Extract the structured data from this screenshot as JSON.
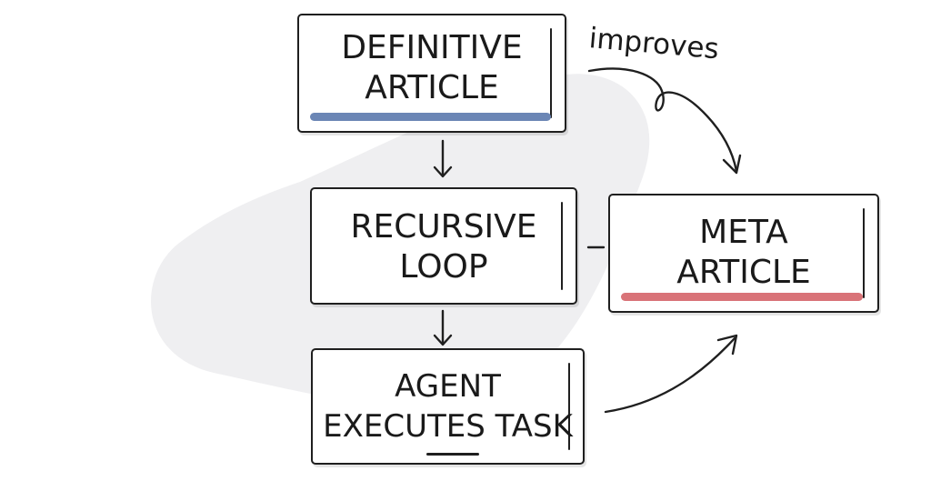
{
  "diagram": {
    "nodes": {
      "definitive_article": {
        "line1": "DEFINITIVE",
        "line2": "ARTICLE",
        "underline_color": "#6b86b5"
      },
      "recursive_loop": {
        "line1": "RECURSIVE",
        "line2": "LOOP"
      },
      "agent_executes_task": {
        "line1": "AGENT",
        "line2": "EXECUTES TASK",
        "underline_color": "#1f1f1f"
      },
      "meta_article": {
        "line1": "META",
        "line2": "ARTICLE",
        "underline_color": "#d97378"
      }
    },
    "edges": {
      "improves_label": "improves"
    },
    "colors": {
      "stroke": "#1f1f1f",
      "blob": "#efeff1"
    }
  }
}
